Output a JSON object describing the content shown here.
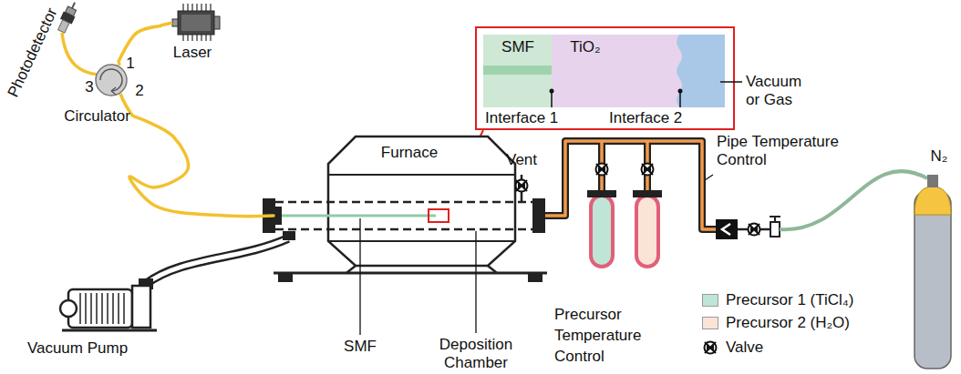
{
  "diagram": {
    "nodes": [
      {
        "text": [
          "Laser"
        ]
      },
      {
        "text": [
          "Circulator"
        ]
      },
      {
        "text": [
          "Furnace"
        ]
      }
    ],
    "edges": [
      {
        "from": 0,
        "to": 1,
        "arrow": "none"
      },
      {
        "from": 1,
        "to": 2,
        "arrow": "none"
      }
    ],
    "labels": [
      "Photodetector",
      "1",
      "2",
      "3",
      "SMF",
      "TiO₂",
      "Vacuum or Gas",
      "Interface 1",
      "Interface 2",
      "Vent",
      "Pipe Temperature Control",
      "Vacuum Pump",
      "SMF",
      "Deposition Chamber",
      "Precursor Temperature Control",
      "N₂"
    ],
    "legend": [
      {
        "text": "Precursor 1 (TiCl₄)",
        "color": "#bfe5d6"
      },
      {
        "text": "Precursor 2 (H₂O)",
        "color": "#fbe4d6"
      },
      {
        "text": "Valve"
      }
    ]
  }
}
